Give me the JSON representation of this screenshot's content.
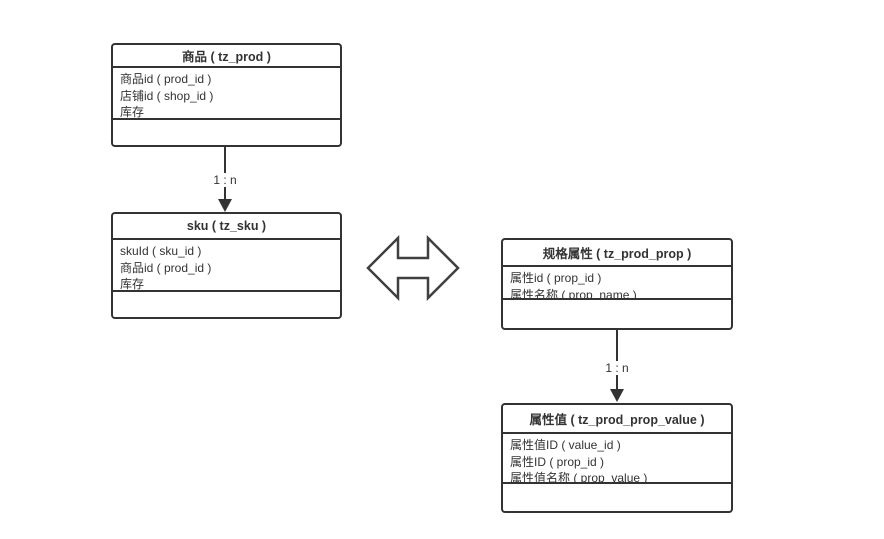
{
  "diagram": {
    "background_color": "#ffffff",
    "line_color": "#333333",
    "text_color": "#333333",
    "entities": [
      {
        "key": "prod",
        "title": "商品 ( tz_prod )",
        "fields": [
          "商品id ( prod_id )",
          "店铺id ( shop_id )",
          "库存"
        ]
      },
      {
        "key": "sku",
        "title": "sku ( tz_sku )",
        "fields": [
          "skuId ( sku_id )",
          "商品id ( prod_id )",
          "库存"
        ]
      },
      {
        "key": "prod_prop",
        "title": "规格属性 ( tz_prod_prop )",
        "fields": [
          "属性id ( prop_id )",
          "属性名称 ( prop_name )"
        ]
      },
      {
        "key": "prod_prop_value",
        "title": "属性值 ( tz_prod_prop_value )",
        "fields": [
          "属性值ID ( value_id )",
          "属性ID ( prop_id )",
          "属性值名称 ( prop_value )"
        ]
      }
    ],
    "relations": [
      {
        "from": "商品 ( tz_prod )",
        "to": "sku ( tz_sku )",
        "label": "1 : n"
      },
      {
        "from": "规格属性 ( tz_prod_prop )",
        "to": "属性值 ( tz_prod_prop_value )",
        "label": "1 : n"
      }
    ],
    "connector_icon": "left-right-double-arrow"
  }
}
